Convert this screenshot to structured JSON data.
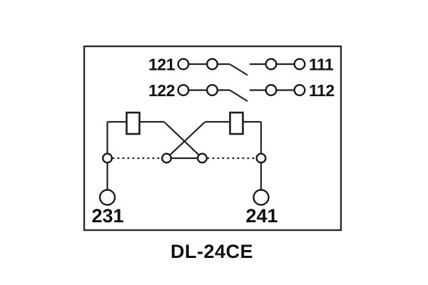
{
  "diagram": {
    "title": "DL-24CE",
    "contact_rows": [
      {
        "left_label": "121",
        "right_label": "111"
      },
      {
        "left_label": "122",
        "right_label": "112"
      }
    ],
    "coil_terminals": {
      "left_label": "231",
      "right_label": "241"
    }
  },
  "colors": {
    "line": "#222222",
    "text": "#0f0f0f",
    "background": "#ffffff"
  }
}
